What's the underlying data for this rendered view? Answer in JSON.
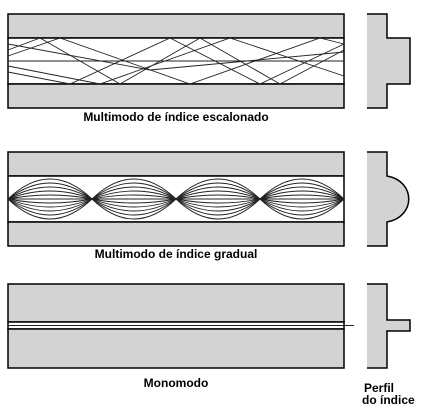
{
  "panels": [
    {
      "type": "step-index-multimode",
      "caption": "Multimodo de índice escalonado"
    },
    {
      "type": "graded-index-multimode",
      "caption": "Multimodo de índice gradual"
    },
    {
      "type": "single-mode",
      "caption": "Monomodo"
    }
  ],
  "profile_label": {
    "line1": "Perfil",
    "line2": "do índice"
  },
  "colors": {
    "cladding": "#d3d3d3",
    "core": "#ffffff",
    "stroke": "#000000",
    "rays": "#222222"
  }
}
